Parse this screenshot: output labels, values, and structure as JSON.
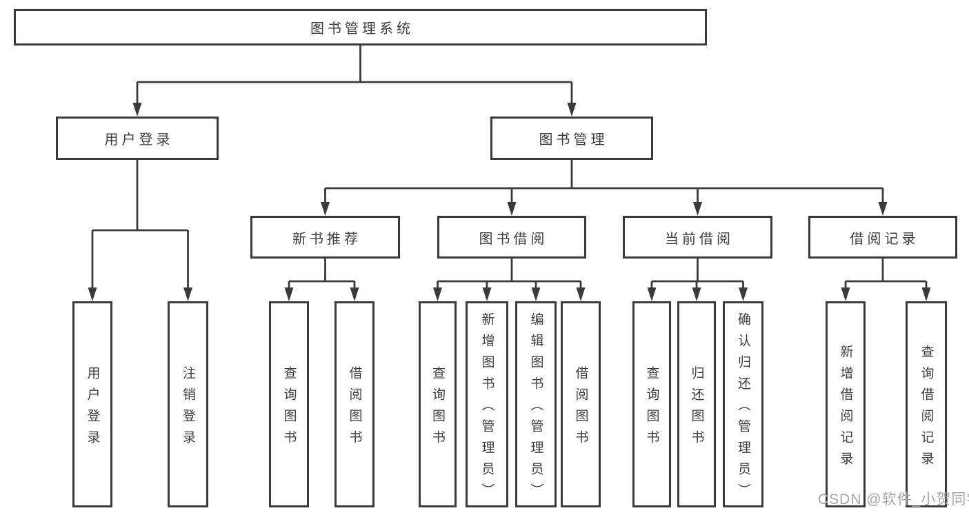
{
  "nodes": {
    "root": "图书管理系统",
    "level2": {
      "user_login": "用户登录",
      "book_mgmt": "图书管理"
    },
    "level3": {
      "new_book_rec": "新书推荐",
      "book_borrow": "图书借阅",
      "current_borrow": "当前借阅",
      "borrow_records": "借阅记录"
    },
    "leaves": {
      "user_login_leaf": "用户登录",
      "logout": "注销登录",
      "rec_query_book": "查询图书",
      "rec_borrow_book": "借阅图书",
      "bb_query_book": "查询图书",
      "bb_add_book": "新增图书（管理员）",
      "bb_edit_book": "编辑图书（管理员）",
      "bb_borrow_book": "借阅图书",
      "cb_query_book": "查询图书",
      "cb_return_book": "归还图书",
      "cb_confirm_return": "确认归还（管理员）",
      "br_add_record": "新增借阅记录",
      "br_query_record": "查询借阅记录"
    }
  },
  "watermark": "CSDN @软件_小贺同学",
  "colors": {
    "line": "#3a3a3a",
    "text": "#3d3d3d",
    "background": "#ffffff",
    "watermark": "#a6a6a6"
  }
}
